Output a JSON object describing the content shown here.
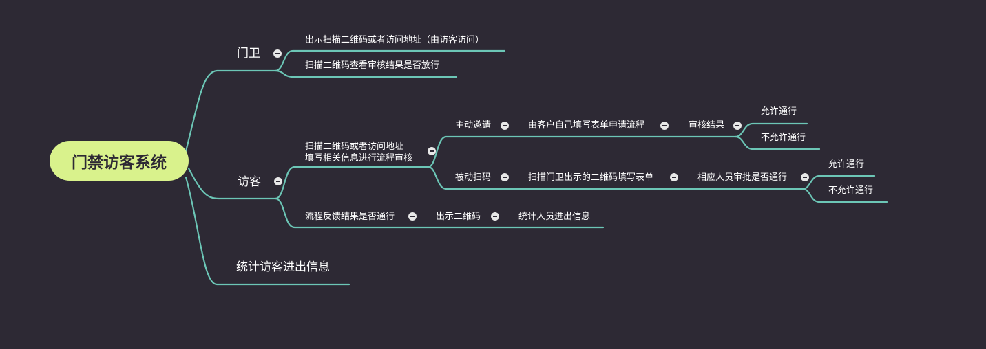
{
  "diagram": {
    "root": "门禁访客系统",
    "guard": {
      "label": "门卫",
      "children": [
        "出示扫描二维码或者访问地址（由访客访问）",
        "扫描二维码查看审核结果是否放行"
      ]
    },
    "visitor": {
      "label": "访客",
      "process": "扫描二维码或者访问地址\n填写相关信息进行流程审核",
      "active": {
        "label": "主动邀请",
        "step": "由客户自己填写表单申请流程",
        "result": "审核结果",
        "allow": "允许通行",
        "deny": "不允许通行"
      },
      "passive": {
        "label": "被动扫码",
        "step": "扫描门卫出示的二维码填写表单",
        "approve": "相应人员审批是否通行",
        "allow": "允许通行",
        "deny": "不允许通行"
      },
      "feedback": {
        "label": "流程反馈结果是否通行",
        "show": "出示二维码",
        "stats": "统计人员进出信息"
      }
    },
    "stats": {
      "label": "统计访客进出信息"
    }
  },
  "colors": {
    "background": "#2d2934",
    "root": "#d9f28c",
    "line": "#6cc6b6",
    "text": "#ffffff"
  }
}
